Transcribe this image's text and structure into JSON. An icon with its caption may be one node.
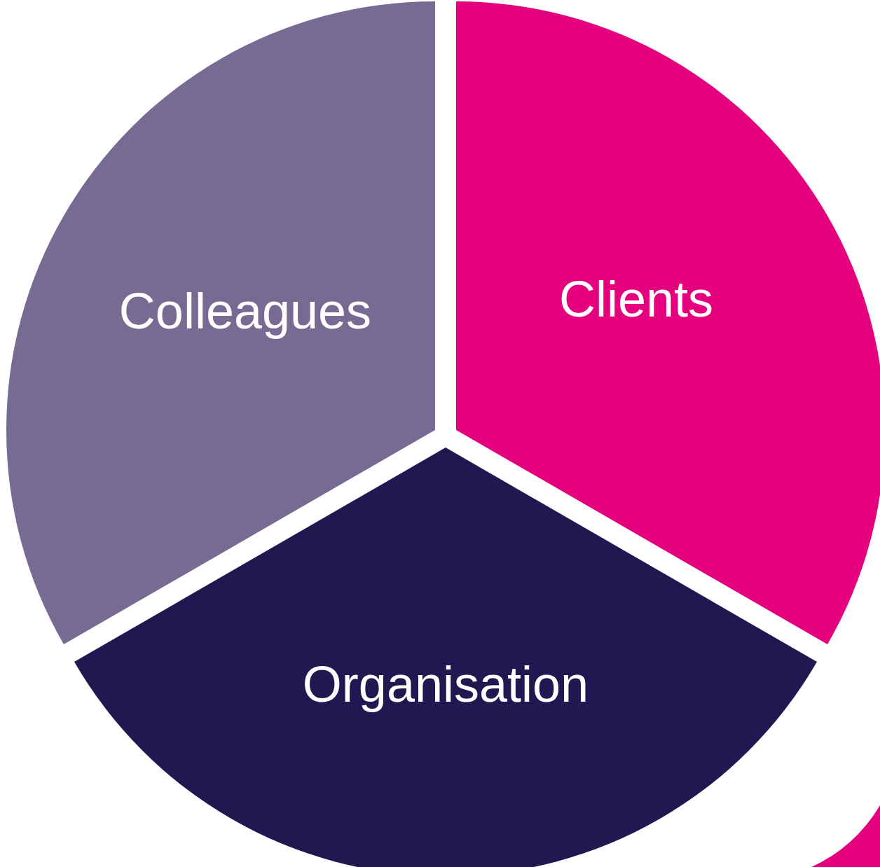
{
  "diagram": {
    "nodes": [
      {
        "text": [
          "Colleagues"
        ]
      },
      {
        "text": [
          "Clients"
        ]
      },
      {
        "text": [
          "Organisation"
        ]
      }
    ]
  }
}
